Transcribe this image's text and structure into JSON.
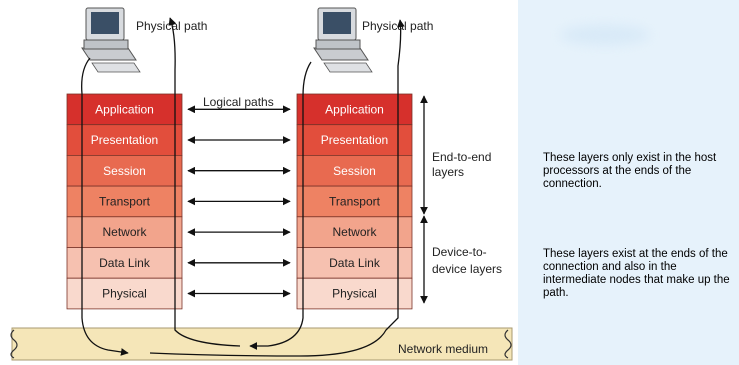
{
  "labels": {
    "physical_path_left": "Physical path",
    "physical_path_right": "Physical path",
    "logical_paths": "Logical paths",
    "end_to_end": [
      "End-to-end",
      "layers"
    ],
    "device_to_device": [
      "Device-to-",
      "device layers"
    ],
    "network_medium": "Network medium"
  },
  "layers": [
    "Application",
    "Presentation",
    "Session",
    "Transport",
    "Network",
    "Data Link",
    "Physical"
  ],
  "layer_colors": [
    "#d6302c",
    "#e24e3c",
    "#e86a50",
    "#ee8263",
    "#f2a48c",
    "#f6c1b0",
    "#f9d9cd"
  ],
  "notes": {
    "top": "These layers only exist in the host processors at the ends of the connection.",
    "bottom": "These layers exist at the ends of the connection and also in the intermediate nodes that make up the path."
  },
  "colors": {
    "background": "#e6f2fb",
    "panel": "#ffffff",
    "medium": "#f5e6b8"
  }
}
